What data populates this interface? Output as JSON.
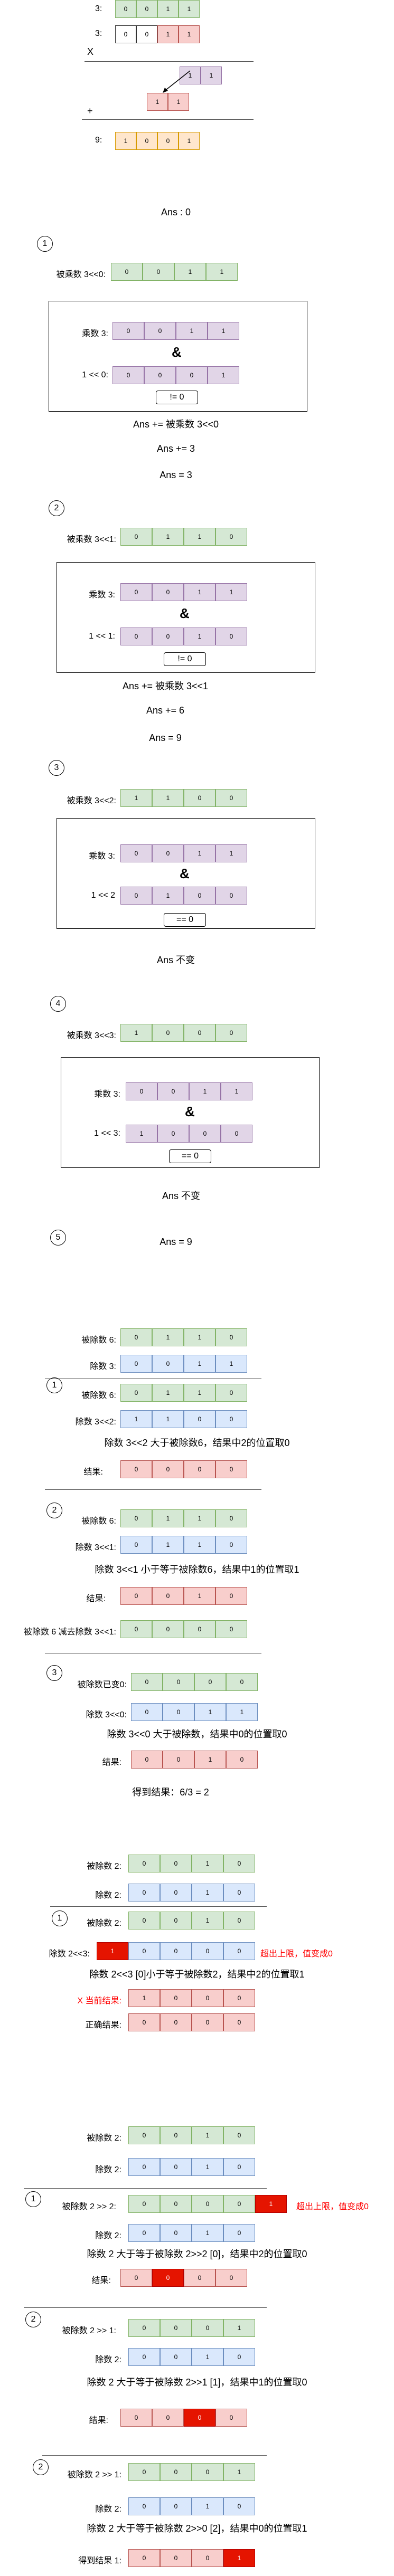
{
  "mult_top": {
    "row1_label": "3:",
    "row1": [
      "0",
      "0",
      "1",
      "1"
    ],
    "row2_label": "3:",
    "row2": [
      "0",
      "0",
      "1",
      "1"
    ],
    "x": "X",
    "p1": [
      "1",
      "1"
    ],
    "p2": [
      "1",
      "1"
    ],
    "plus": "+",
    "res_label": "9:",
    "res": [
      "1",
      "0",
      "0",
      "1"
    ]
  },
  "ans0": "Ans :  0",
  "mult_steps": [
    {
      "n": "1",
      "label": "被乘数 3<<0:",
      "bits": [
        "0",
        "0",
        "1",
        "1"
      ],
      "mlabel": "乘数 3:",
      "mbits": [
        "0",
        "0",
        "1",
        "1"
      ],
      "amp": "&",
      "slabel": "1 << 0:",
      "sbits": [
        "0",
        "0",
        "0",
        "1"
      ],
      "cmp": "!= 0",
      "lines": [
        "Ans += 被乘数 3<<0",
        "Ans += 3",
        "Ans = 3"
      ]
    },
    {
      "n": "2",
      "label": "被乘数 3<<1:",
      "bits": [
        "0",
        "1",
        "1",
        "0"
      ],
      "mlabel": "乘数 3:",
      "mbits": [
        "0",
        "0",
        "1",
        "1"
      ],
      "amp": "&",
      "slabel": "1 << 1:",
      "sbits": [
        "0",
        "0",
        "1",
        "0"
      ],
      "cmp": "!= 0",
      "lines": [
        "Ans += 被乘数 3<<1",
        "Ans += 6",
        "Ans = 9"
      ]
    },
    {
      "n": "3",
      "label": "被乘数 3<<2:",
      "bits": [
        "1",
        "1",
        "0",
        "0"
      ],
      "mlabel": "乘数 3:",
      "mbits": [
        "0",
        "0",
        "1",
        "1"
      ],
      "amp": "&",
      "slabel": "1 << 2",
      "sbits": [
        "0",
        "1",
        "0",
        "0"
      ],
      "cmp": "== 0",
      "lines": [
        "Ans 不变"
      ]
    },
    {
      "n": "4",
      "label": "被乘数 3<<3:",
      "bits": [
        "1",
        "0",
        "0",
        "0"
      ],
      "mlabel": "乘数 3:",
      "mbits": [
        "0",
        "0",
        "1",
        "1"
      ],
      "amp": "&",
      "slabel": "1 << 3:",
      "sbits": [
        "1",
        "0",
        "0",
        "0"
      ],
      "cmp": "== 0",
      "lines": [
        "Ans 不变"
      ]
    },
    {
      "n": "5",
      "lines": [
        "Ans = 9"
      ]
    }
  ],
  "div1": {
    "dividend_label": "被除数 6:",
    "dividend": [
      "0",
      "1",
      "1",
      "0"
    ],
    "divisor_label": "除数 3:",
    "divisor": [
      "0",
      "0",
      "1",
      "1"
    ],
    "s1": {
      "n": "1",
      "a_label": "被除数 6:",
      "a": [
        "0",
        "1",
        "1",
        "0"
      ],
      "b_label": "除数 3<<2:",
      "b": [
        "1",
        "1",
        "0",
        "0"
      ],
      "text": "除数 3<<2 大于被除数6，结果中2的位置取0",
      "r_label": "结果:",
      "r": [
        "0",
        "0",
        "0",
        "0"
      ]
    },
    "s2": {
      "n": "2",
      "a_label": "被除数 6:",
      "a": [
        "0",
        "1",
        "1",
        "0"
      ],
      "b_label": "除数 3<<1:",
      "b": [
        "0",
        "1",
        "1",
        "0"
      ],
      "text": "除数 3<<1 小于等于被除数6，结果中1的位置取1",
      "r_label": "结果:",
      "r": [
        "0",
        "0",
        "1",
        "0"
      ],
      "sub": "被除数 6 减去除数 3<<1:",
      "subbits": [
        "0",
        "0",
        "0",
        "0"
      ]
    },
    "s3": {
      "n": "3",
      "a_label": "被除数已变0:",
      "a": [
        "0",
        "0",
        "0",
        "0"
      ],
      "b_label": "除数 3<<0:",
      "b": [
        "0",
        "0",
        "1",
        "1"
      ],
      "text": "除数 3<<0 大于被除数，结果中0的位置取0",
      "r_label": "结果:",
      "r": [
        "0",
        "0",
        "1",
        "0"
      ]
    },
    "final": "得到结果：6/3 = 2"
  },
  "div2": {
    "dividend_label": "被除数 2:",
    "dividend": [
      "0",
      "0",
      "1",
      "0"
    ],
    "divisor_label": "除数 2:",
    "divisor": [
      "0",
      "0",
      "1",
      "0"
    ],
    "s1": {
      "n": "1",
      "a_label": "被除数 2:",
      "a": [
        "0",
        "0",
        "1",
        "0"
      ],
      "b_label": "除数 2<<3:",
      "b": [
        "1",
        "0",
        "0",
        "0",
        "0"
      ],
      "over": "超出上限，值变成0",
      "text": "除数 2<<3 [0]小于等于被除数2，结果中2的位置取1",
      "r_label": "X 当前结果:",
      "r": [
        "1",
        "0",
        "0",
        "0"
      ],
      "c_label": "正确结果:",
      "c": [
        "0",
        "0",
        "0",
        "0"
      ]
    },
    "again_a_label": "被除数 2:",
    "again_a": [
      "0",
      "0",
      "1",
      "0"
    ],
    "again_b_label": "除数 2:",
    "again_b": [
      "0",
      "0",
      "1",
      "0"
    ],
    "t1": {
      "n": "1",
      "a_label": "被除数 2 >> 2:",
      "a": [
        "0",
        "0",
        "0",
        "0",
        "1"
      ],
      "over": "超出上限，值变成0",
      "b_label": "除数 2:",
      "b": [
        "0",
        "0",
        "1",
        "0"
      ],
      "text": "除数 2 大于等于被除数 2>>2 [0]，结果中2的位置取0",
      "r_label": "结果:",
      "r": [
        "0",
        "0",
        "0",
        "0"
      ]
    },
    "t2": {
      "n": "2",
      "a_label": "被除数 2 >> 1:",
      "a": [
        "0",
        "0",
        "0",
        "1"
      ],
      "b_label": "除数 2:",
      "b": [
        "0",
        "0",
        "1",
        "0"
      ],
      "text": "除数 2 大于等于被除数 2>>1 [1]，结果中1的位置取0",
      "r_label": "结果:",
      "r": [
        "0",
        "0",
        "0",
        "0"
      ]
    },
    "t3": {
      "n": "2",
      "a_label": "被除数 2 >> 1:",
      "a": [
        "0",
        "0",
        "0",
        "1"
      ],
      "b_label": "除数 2:",
      "b": [
        "0",
        "0",
        "1",
        "0"
      ],
      "text": "除数 2 大于等于被除数 2>>0 [2]，结果中0的位置取1",
      "r_label": "得到结果 1:",
      "r": [
        "0",
        "0",
        "0",
        "1"
      ]
    }
  }
}
